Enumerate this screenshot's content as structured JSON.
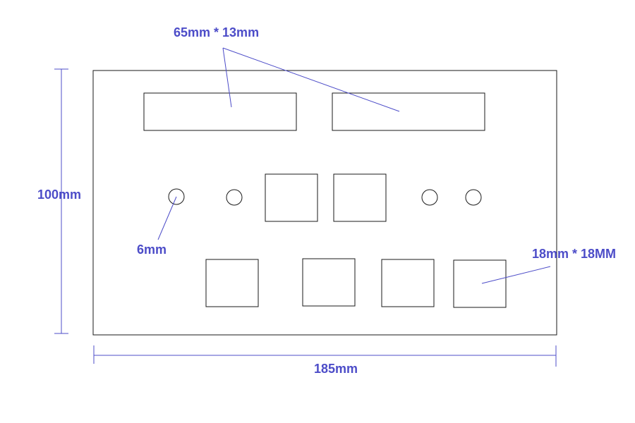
{
  "labels": {
    "slot_size": "65mm * 13mm",
    "height": "100mm",
    "width": "185mm",
    "hole_size": "6mm",
    "square_size": "18mm * 18MM"
  },
  "colors": {
    "annotation": "#4c4cc8",
    "outline": "#1a1a1a"
  }
}
